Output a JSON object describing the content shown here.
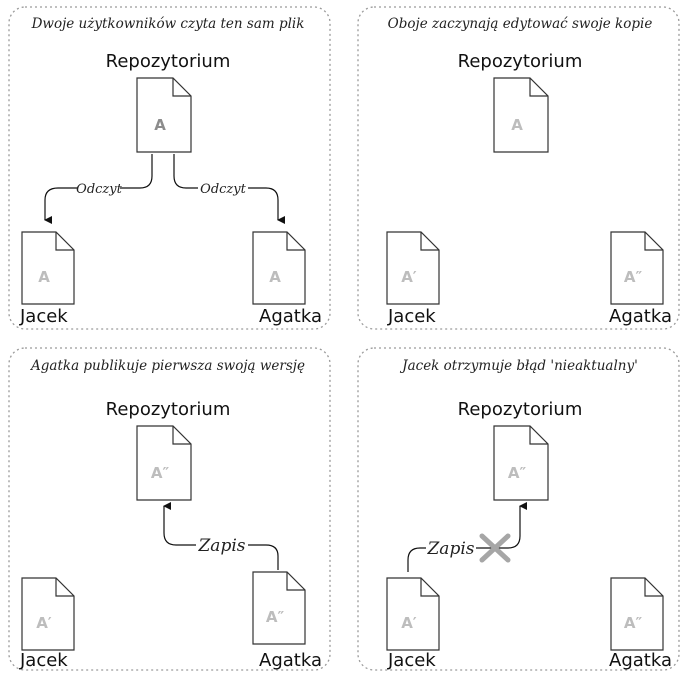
{
  "panels": [
    {
      "caption": "Dwoje użytkowników czyta ten sam plik",
      "repo_label": "Repozytorium",
      "repo_doc": "A",
      "left_user": "Jacek",
      "left_doc": "A",
      "right_user": "Agatka",
      "right_doc": "A",
      "arrow_left_label": "Odczyt",
      "arrow_right_label": "Odczyt"
    },
    {
      "caption": "Oboje zaczynają edytować swoje kopie",
      "repo_label": "Repozytorium",
      "repo_doc": "A",
      "left_user": "Jacek",
      "left_doc": "A′",
      "right_user": "Agatka",
      "right_doc": "A″"
    },
    {
      "caption": "Agatka publikuje pierwsza swoją wersję",
      "repo_label": "Repozytorium",
      "repo_doc": "A″",
      "left_user": "Jacek",
      "left_doc": "A′",
      "right_user": "Agatka",
      "right_doc": "A″",
      "arrow_label": "Zapis"
    },
    {
      "caption": "Jacek otrzymuje błąd 'nieaktualny'",
      "repo_label": "Repozytorium",
      "repo_doc": "A″",
      "left_user": "Jacek",
      "left_doc": "A′",
      "right_user": "Agatka",
      "right_doc": "A″",
      "arrow_label": "Zapis"
    }
  ],
  "colors": {
    "border": "#9a9a9a",
    "doc_fill": "#ffffff",
    "doc_stroke": "#333333",
    "letter_dark": "#8c8c8c",
    "letter_light": "#bdbdbd",
    "cross": "#a6a6a6"
  }
}
